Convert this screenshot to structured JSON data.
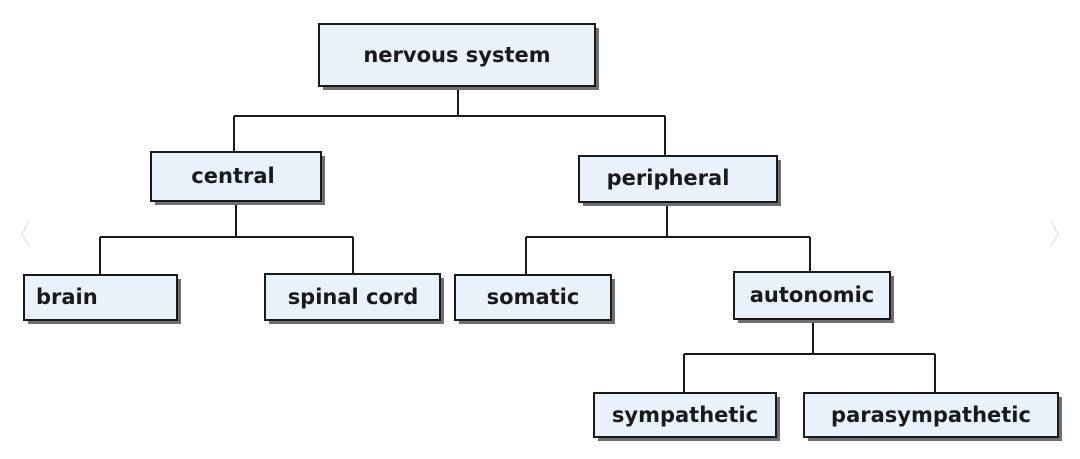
{
  "diagram": {
    "type": "tree",
    "root": {
      "label": "nervous system",
      "children": [
        {
          "label": "central",
          "children": [
            {
              "label": "brain"
            },
            {
              "label": "spinal cord"
            }
          ]
        },
        {
          "label": "peripheral",
          "children": [
            {
              "label": "somatic"
            },
            {
              "label": "autonomic",
              "children": [
                {
                  "label": "sympathetic"
                },
                {
                  "label": "parasympathetic"
                }
              ]
            }
          ]
        }
      ]
    },
    "colors": {
      "node_fill": "#e9f1fb",
      "node_border": "#1a1a1a",
      "node_shadow": "#6f6f6f",
      "text": "#1a1a1a",
      "connector": "#1a1a1a"
    }
  }
}
